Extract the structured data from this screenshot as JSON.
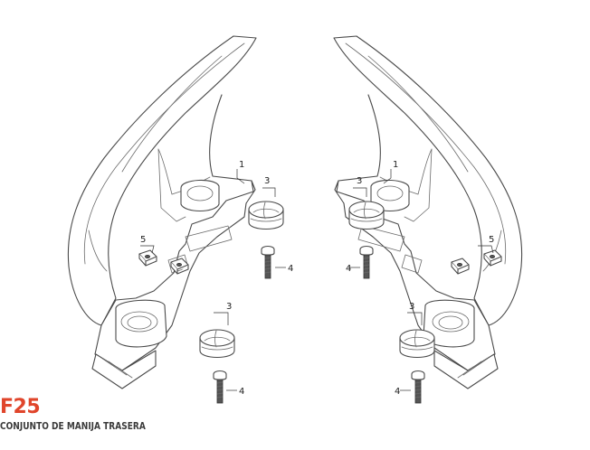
{
  "header": {
    "code": "F25",
    "title": "CONJUNTO DE MANIJA TRASERA"
  },
  "callouts": [
    {
      "id": "left-handle",
      "text": "1"
    },
    {
      "id": "left-cap-top",
      "text": "3"
    },
    {
      "id": "left-screw-top",
      "text": "4"
    },
    {
      "id": "left-clip",
      "text": "5"
    },
    {
      "id": "left-cap-bottom",
      "text": "3"
    },
    {
      "id": "left-screw-bottom",
      "text": "4"
    },
    {
      "id": "right-handle",
      "text": "1"
    },
    {
      "id": "right-cap-top",
      "text": "3"
    },
    {
      "id": "right-screw-top",
      "text": "4"
    },
    {
      "id": "right-clip",
      "text": "5"
    },
    {
      "id": "right-cap-bottom",
      "text": "3"
    },
    {
      "id": "right-screw-bottom",
      "text": "4"
    }
  ],
  "colors": {
    "code": "#e0452b",
    "title": "#3a3a3a",
    "lines": "#4a4a4a"
  }
}
